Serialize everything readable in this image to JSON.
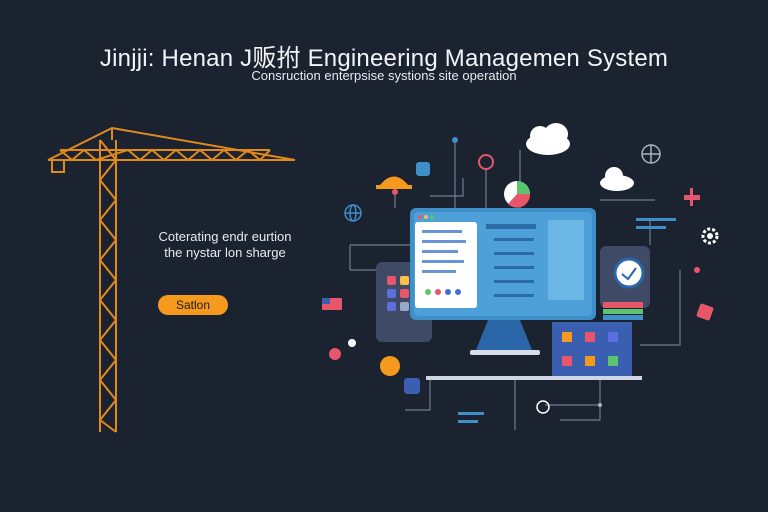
{
  "header": {
    "title": "Jinjji: Henan J贩拊 Engineering Managemen System",
    "subtitle": "Consruction enterpsise systions site operation"
  },
  "hero": {
    "line1": "Coterating endr eurtion",
    "line2": "the nystar lon sharge",
    "button_label": "Satlon"
  },
  "icons": [
    "tower-crane-icon",
    "hard-hat-icon",
    "globe-icon",
    "cloud-icon",
    "pie-chart-icon",
    "monitor-icon",
    "checklist-icon",
    "clock-icon",
    "gear-icon",
    "building-icon",
    "flag-icon",
    "compass-icon",
    "signpost-icon"
  ],
  "colors": {
    "background": "#1b2230",
    "accent_orange": "#f59a1d",
    "screen_blue": "#3f8fc8",
    "crane_orange": "#e08a1c"
  }
}
